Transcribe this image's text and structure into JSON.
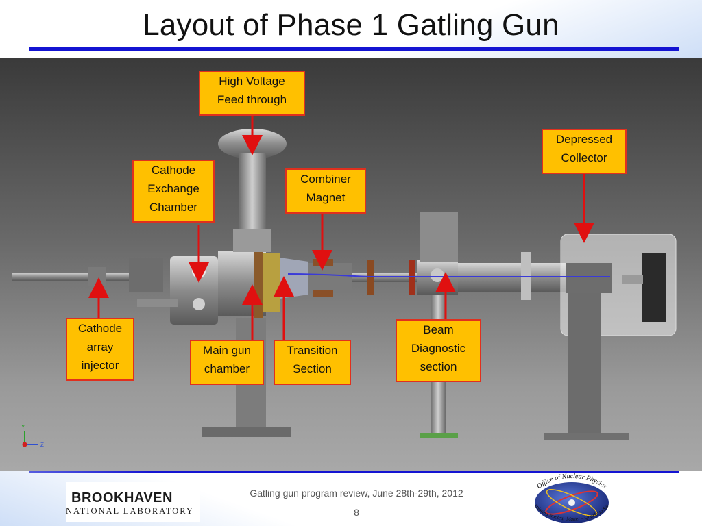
{
  "slide": {
    "title": "Layout of Phase 1 Gatling Gun",
    "page_number": "8",
    "footer_text": "Gatling gun program review, June 28th-29th, 2012"
  },
  "callouts": {
    "high_voltage": "High Voltage\nFeed through",
    "cathode_exchange": "Cathode\nExchange\nChamber",
    "combiner_magnet": "Combiner\nMagnet",
    "depressed_collector": "Depressed\nCollector",
    "cathode_array": "Cathode\narray\ninjector",
    "main_gun": "Main gun\nchamber",
    "transition": "Transition\nSection",
    "beam_diagnostic": "Beam\nDiagnostic\nsection"
  },
  "axis_triad": {
    "y_label": "Y",
    "z_label": "Z"
  },
  "logos": {
    "bnl_top": "BROOKHAVEN",
    "bnl_bottom": "NATIONAL LABORATORY",
    "onp_top": "Office of Nuclear Physics",
    "onp_bottom": "Exploring Nuclear Matter - Quarks to Stars"
  },
  "colors": {
    "accent_rule": "#1414d2",
    "callout_fill": "#ffc000",
    "callout_border": "#e0301e",
    "arrow": "#e01010"
  }
}
